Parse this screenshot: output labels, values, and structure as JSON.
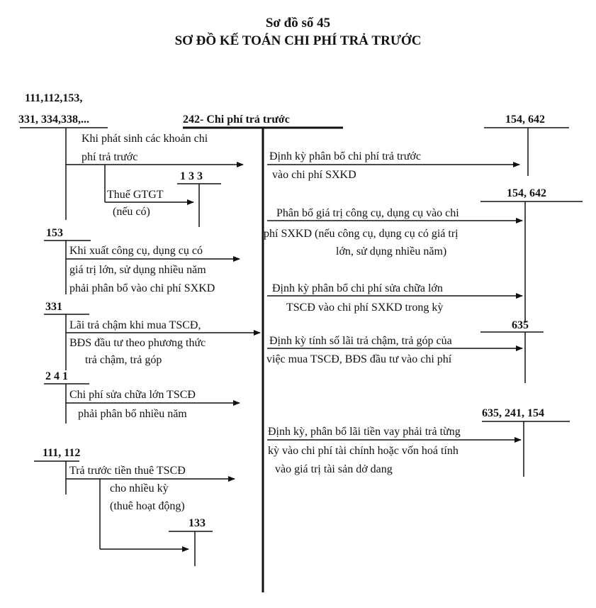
{
  "title": {
    "line1": "Sơ đồ số 45",
    "line2": "SƠ ĐỒ KẾ TOÁN CHI PHÍ TRẢ TRƯỚC"
  },
  "accounts": {
    "cash_line1": "111,112,153,",
    "cash_line2": "331, 334,338,...",
    "main": "242- Chi phí trả trước",
    "exp1": "154, 642",
    "vat": "1 3 3",
    "exp2": "154, 642",
    "tools": "153",
    "payable": "331",
    "interest": "635",
    "construction": "2 4 1",
    "fin": "635, 241, 154",
    "cash2": "111, 112",
    "vat2": "133"
  },
  "entries": {
    "e1_l1": "Khi phát sinh các khoản chi",
    "e1_l2": "phí trả trước",
    "e1_vat_l1": "Thuế GTGT",
    "e1_vat_l2": "(nếu có)",
    "e2_l1": "Khi xuất công cụ, dụng cụ có",
    "e2_l2": "giá trị lớn, sử dụng nhiều năm",
    "e2_l3": "phải phân bổ vào chi phí SXKD",
    "e3_l1": "Lãi trả chậm khi mua TSCĐ,",
    "e3_l2": "BĐS đầu tư theo phương thức",
    "e3_l3": "trả chậm, trả góp",
    "e4_l1": "Chi phí sửa chữa lớn TSCĐ",
    "e4_l2": "phải phân bổ nhiều năm",
    "e5_l1": "Trả trước tiền thuê TSCĐ",
    "e5_l2": "cho nhiều kỳ",
    "e5_l3": "(thuê hoạt động)",
    "r1_l1": "Định kỳ phân bổ chi phí trả trước",
    "r1_l2": "vào chi phí SXKD",
    "r2_l1": "Phân bổ giá trị công cụ, dụng cụ vào chi",
    "r2_l2": "phí SXKD (nếu công cụ, dụng cụ có giá trị",
    "r2_l3": "lớn, sử dụng nhiều năm)",
    "r3_l1": "Định kỳ phân bổ chi phí sửa chữa lớn",
    "r3_l2": "TSCĐ vào chi phí SXKD trong kỳ",
    "r4_l1": "Định kỳ tính số lãi trả chậm, trả góp của",
    "r4_l2": "việc mua TSCĐ, BĐS đầu tư vào chi phí",
    "r5_l1": "Định kỳ, phân bổ lãi tiền vay phải trả từng",
    "r5_l2": "kỳ vào chi phí tài chính hoặc vốn hoá tính",
    "r5_l3": "vào giá trị tài sản dở dang"
  }
}
